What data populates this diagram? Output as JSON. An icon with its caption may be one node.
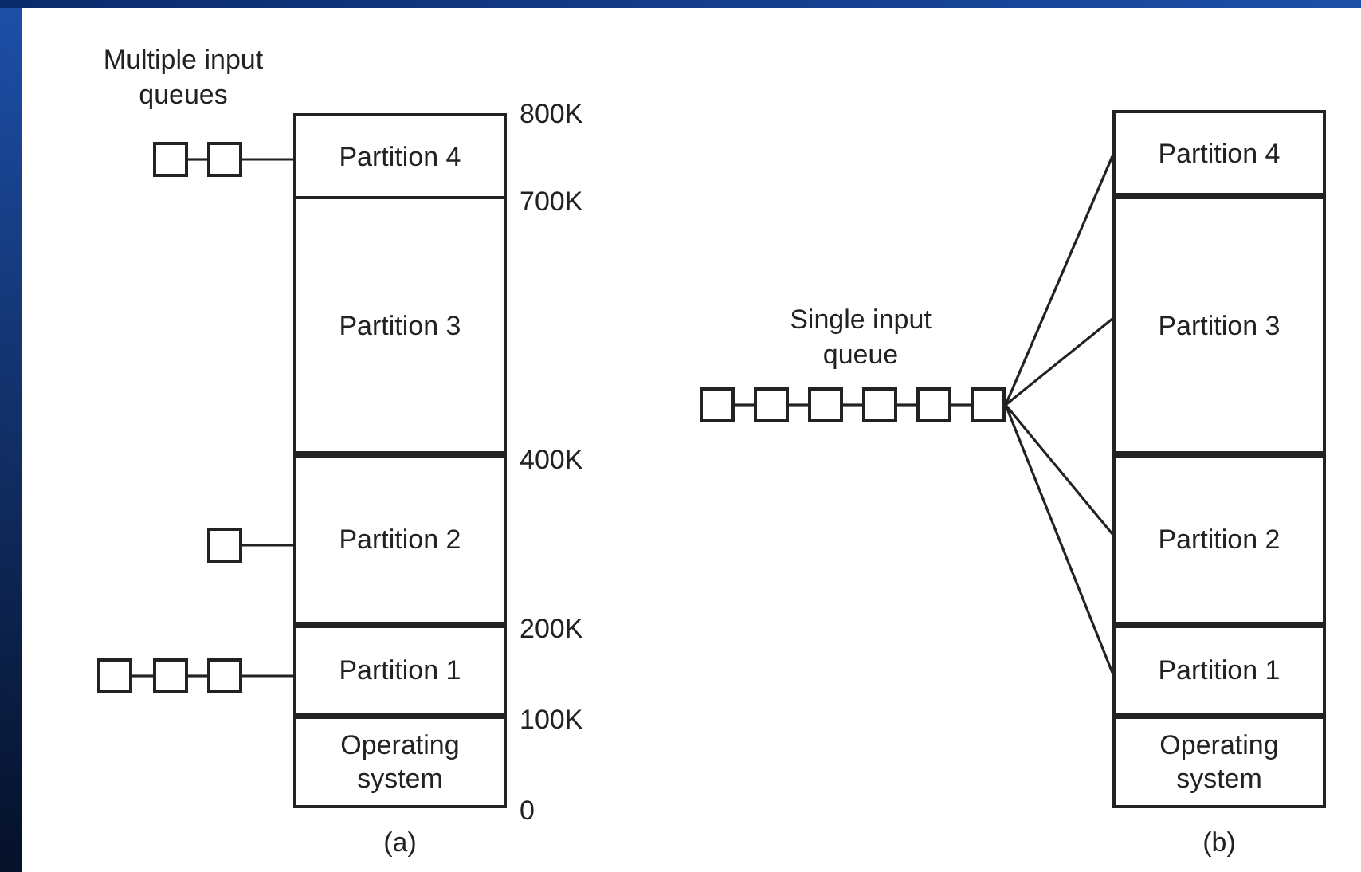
{
  "diagram": {
    "nodes": [
      {
        "text": [
          "Partition 4"
        ]
      },
      {
        "text": [
          "Partition 3"
        ]
      },
      {
        "text": [
          "Partition 2"
        ]
      },
      {
        "text": [
          "Partition 1"
        ]
      },
      {
        "text": [
          "Operating system"
        ]
      },
      {
        "text": [],
        "shape": "box"
      },
      {
        "text": [],
        "shape": "box"
      },
      {
        "text": [],
        "shape": "box"
      },
      {
        "text": [],
        "shape": "box"
      },
      {
        "text": [],
        "shape": "box"
      },
      {
        "text": [],
        "shape": "box"
      },
      {
        "text": [],
        "shape": "box"
      },
      {
        "text": [],
        "shape": "box"
      },
      {
        "text": [],
        "shape": "box"
      },
      {
        "text": [],
        "shape": "box"
      },
      {
        "text": [],
        "shape": "box"
      },
      {
        "text": [],
        "shape": "box"
      },
      {
        "text": [
          "Partition 4"
        ]
      },
      {
        "text": [
          "Partition 3"
        ]
      },
      {
        "text": [
          "Partition 2"
        ]
      },
      {
        "text": [
          "Partition 1"
        ]
      },
      {
        "text": [
          "Operating system"
        ]
      }
    ],
    "edges": [
      {
        "from": 5,
        "to": 6,
        "arrow": "none"
      },
      {
        "from": 6,
        "to": 0,
        "arrow": "none"
      },
      {
        "from": 7,
        "to": 2,
        "arrow": "none"
      },
      {
        "from": 8,
        "to": 9,
        "arrow": "none"
      },
      {
        "from": 9,
        "to": 10,
        "arrow": "none"
      },
      {
        "from": 10,
        "to": 3,
        "arrow": "none"
      },
      {
        "from": 11,
        "to": 12,
        "arrow": "none"
      },
      {
        "from": 12,
        "to": 13,
        "arrow": "none"
      },
      {
        "from": 13,
        "to": 14,
        "arrow": "none"
      },
      {
        "from": 14,
        "to": 15,
        "arrow": "none"
      },
      {
        "from": 15,
        "to": 16,
        "arrow": "none"
      },
      {
        "from": 16,
        "to": 17,
        "arrow": "none"
      },
      {
        "from": 16,
        "to": 18,
        "arrow": "none"
      },
      {
        "from": 16,
        "to": 19,
        "arrow": "none"
      },
      {
        "from": 16,
        "to": 20,
        "arrow": "none"
      }
    ],
    "labels": [
      "Multiple input queues",
      "800K",
      "700K",
      "400K",
      "200K",
      "100K",
      "0",
      "(a)",
      "Single input queue",
      "(b)"
    ]
  }
}
